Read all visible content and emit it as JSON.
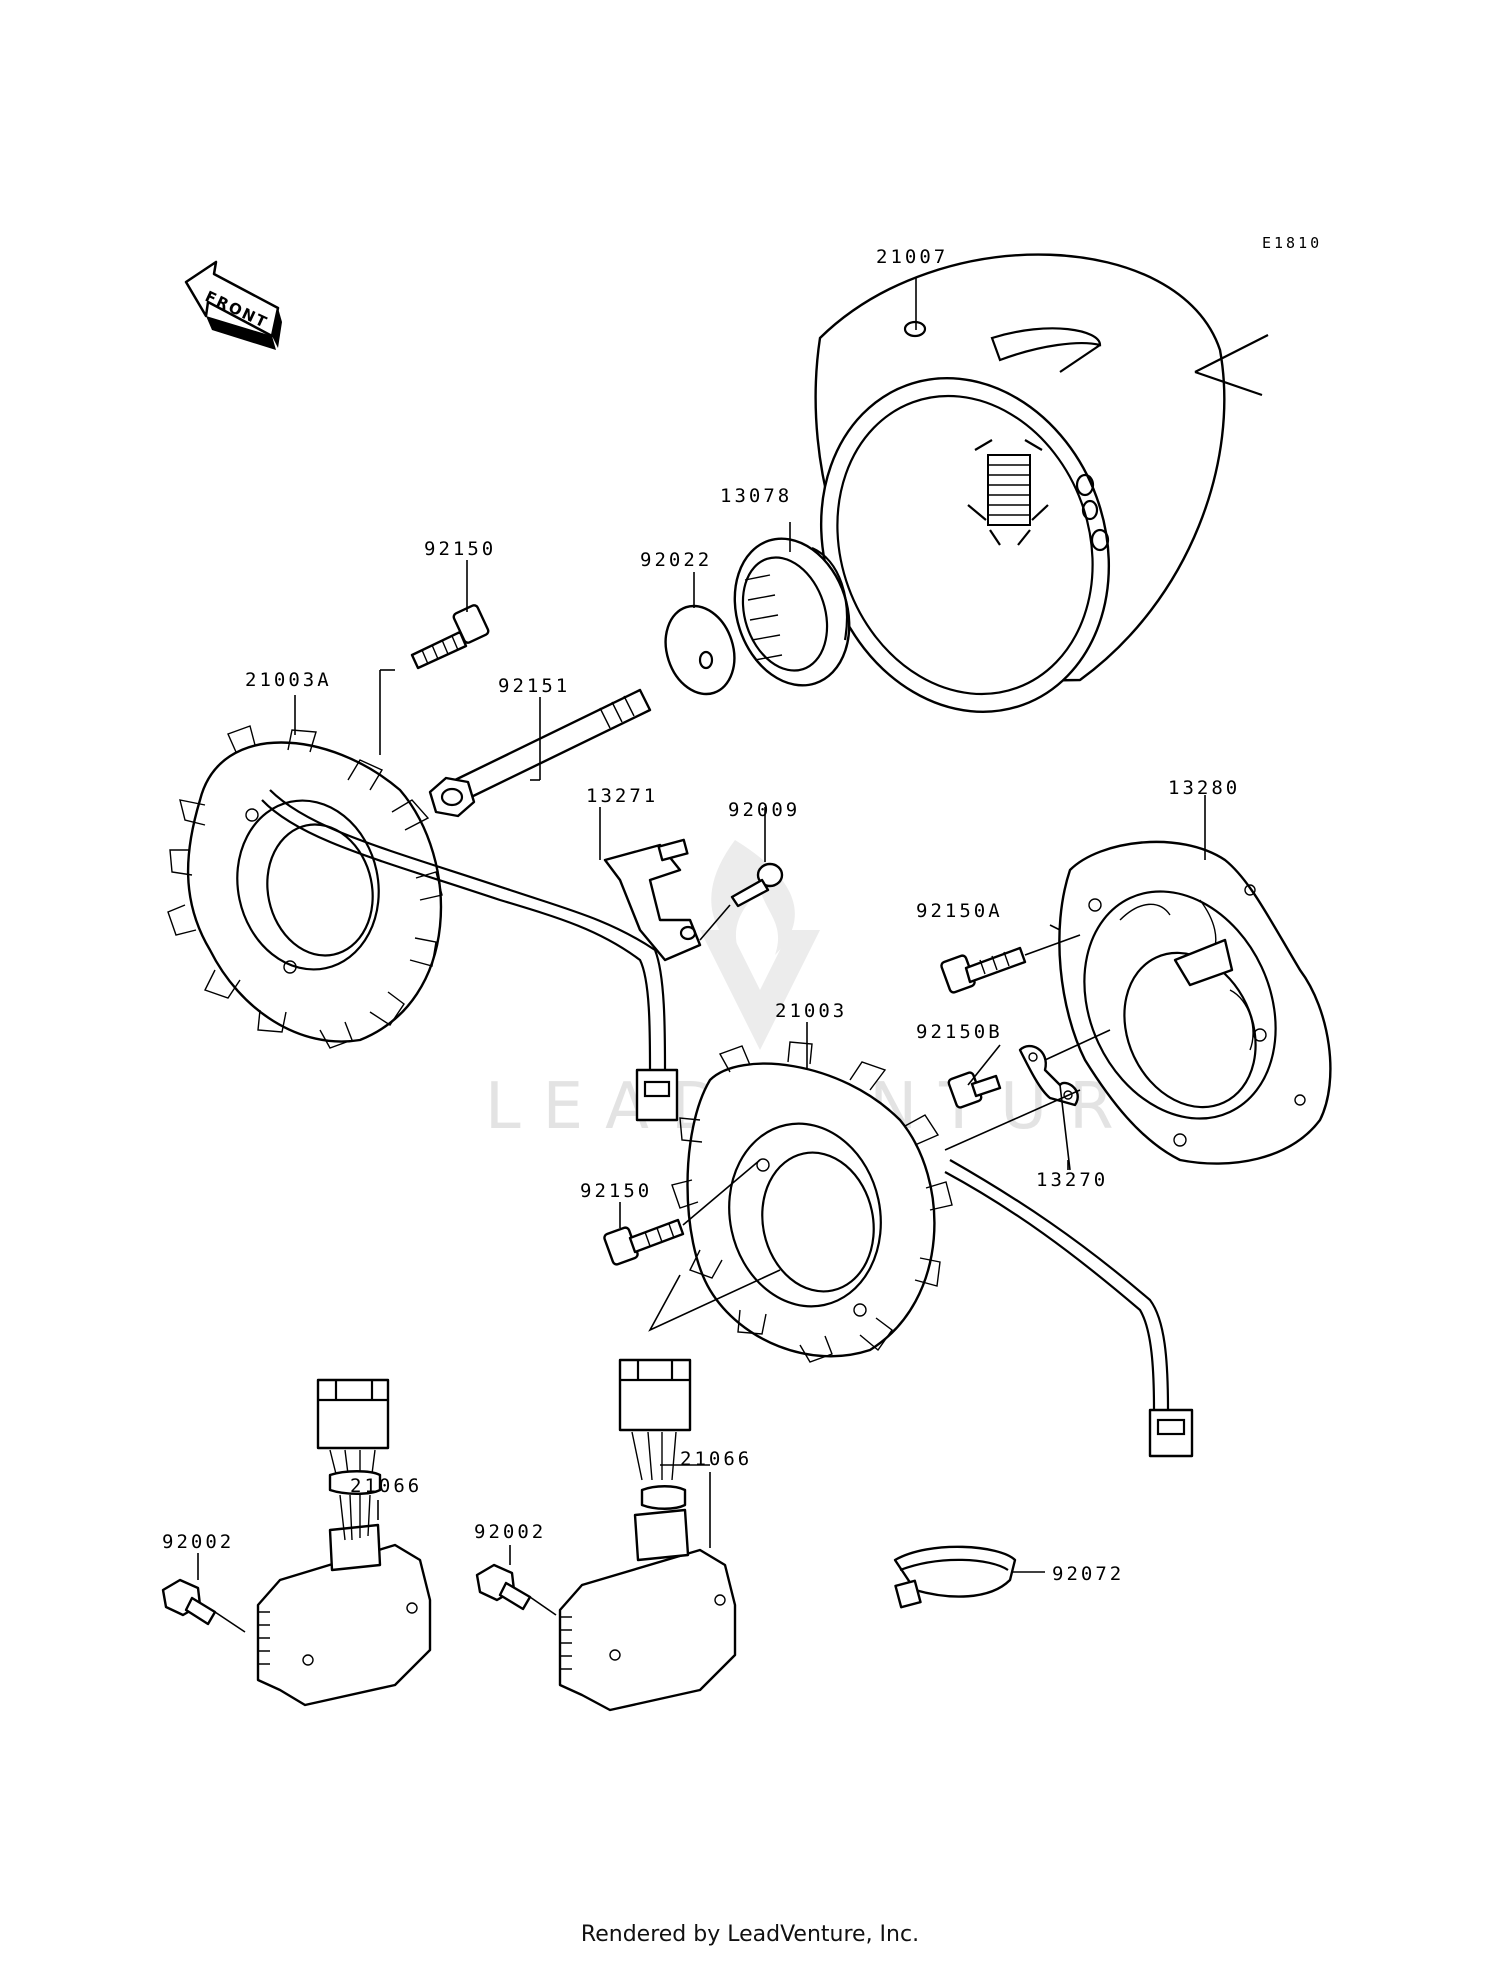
{
  "diagram_code": "E1810",
  "direction_marker": {
    "text": "FRONT",
    "icon": "front-arrow-icon"
  },
  "part_labels": [
    {
      "id": "21007",
      "text": "21007"
    },
    {
      "id": "13078",
      "text": "13078"
    },
    {
      "id": "92022",
      "text": "92022"
    },
    {
      "id": "92150_top",
      "text": "92150"
    },
    {
      "id": "21003A",
      "text": "21003A"
    },
    {
      "id": "92151",
      "text": "92151"
    },
    {
      "id": "13271",
      "text": "13271"
    },
    {
      "id": "92009",
      "text": "92009"
    },
    {
      "id": "13280",
      "text": "13280"
    },
    {
      "id": "92150A",
      "text": "92150A"
    },
    {
      "id": "21003",
      "text": "21003"
    },
    {
      "id": "92150B",
      "text": "92150B"
    },
    {
      "id": "92150_mid",
      "text": "92150"
    },
    {
      "id": "13270",
      "text": "13270"
    },
    {
      "id": "21066_left",
      "text": "21066"
    },
    {
      "id": "21066_right",
      "text": "21066"
    },
    {
      "id": "92002_left",
      "text": "92002"
    },
    {
      "id": "92002_right",
      "text": "92002"
    },
    {
      "id": "92072",
      "text": "92072"
    }
  ],
  "watermark": "LEADVENTURE",
  "footer": "Rendered by LeadVenture, Inc."
}
